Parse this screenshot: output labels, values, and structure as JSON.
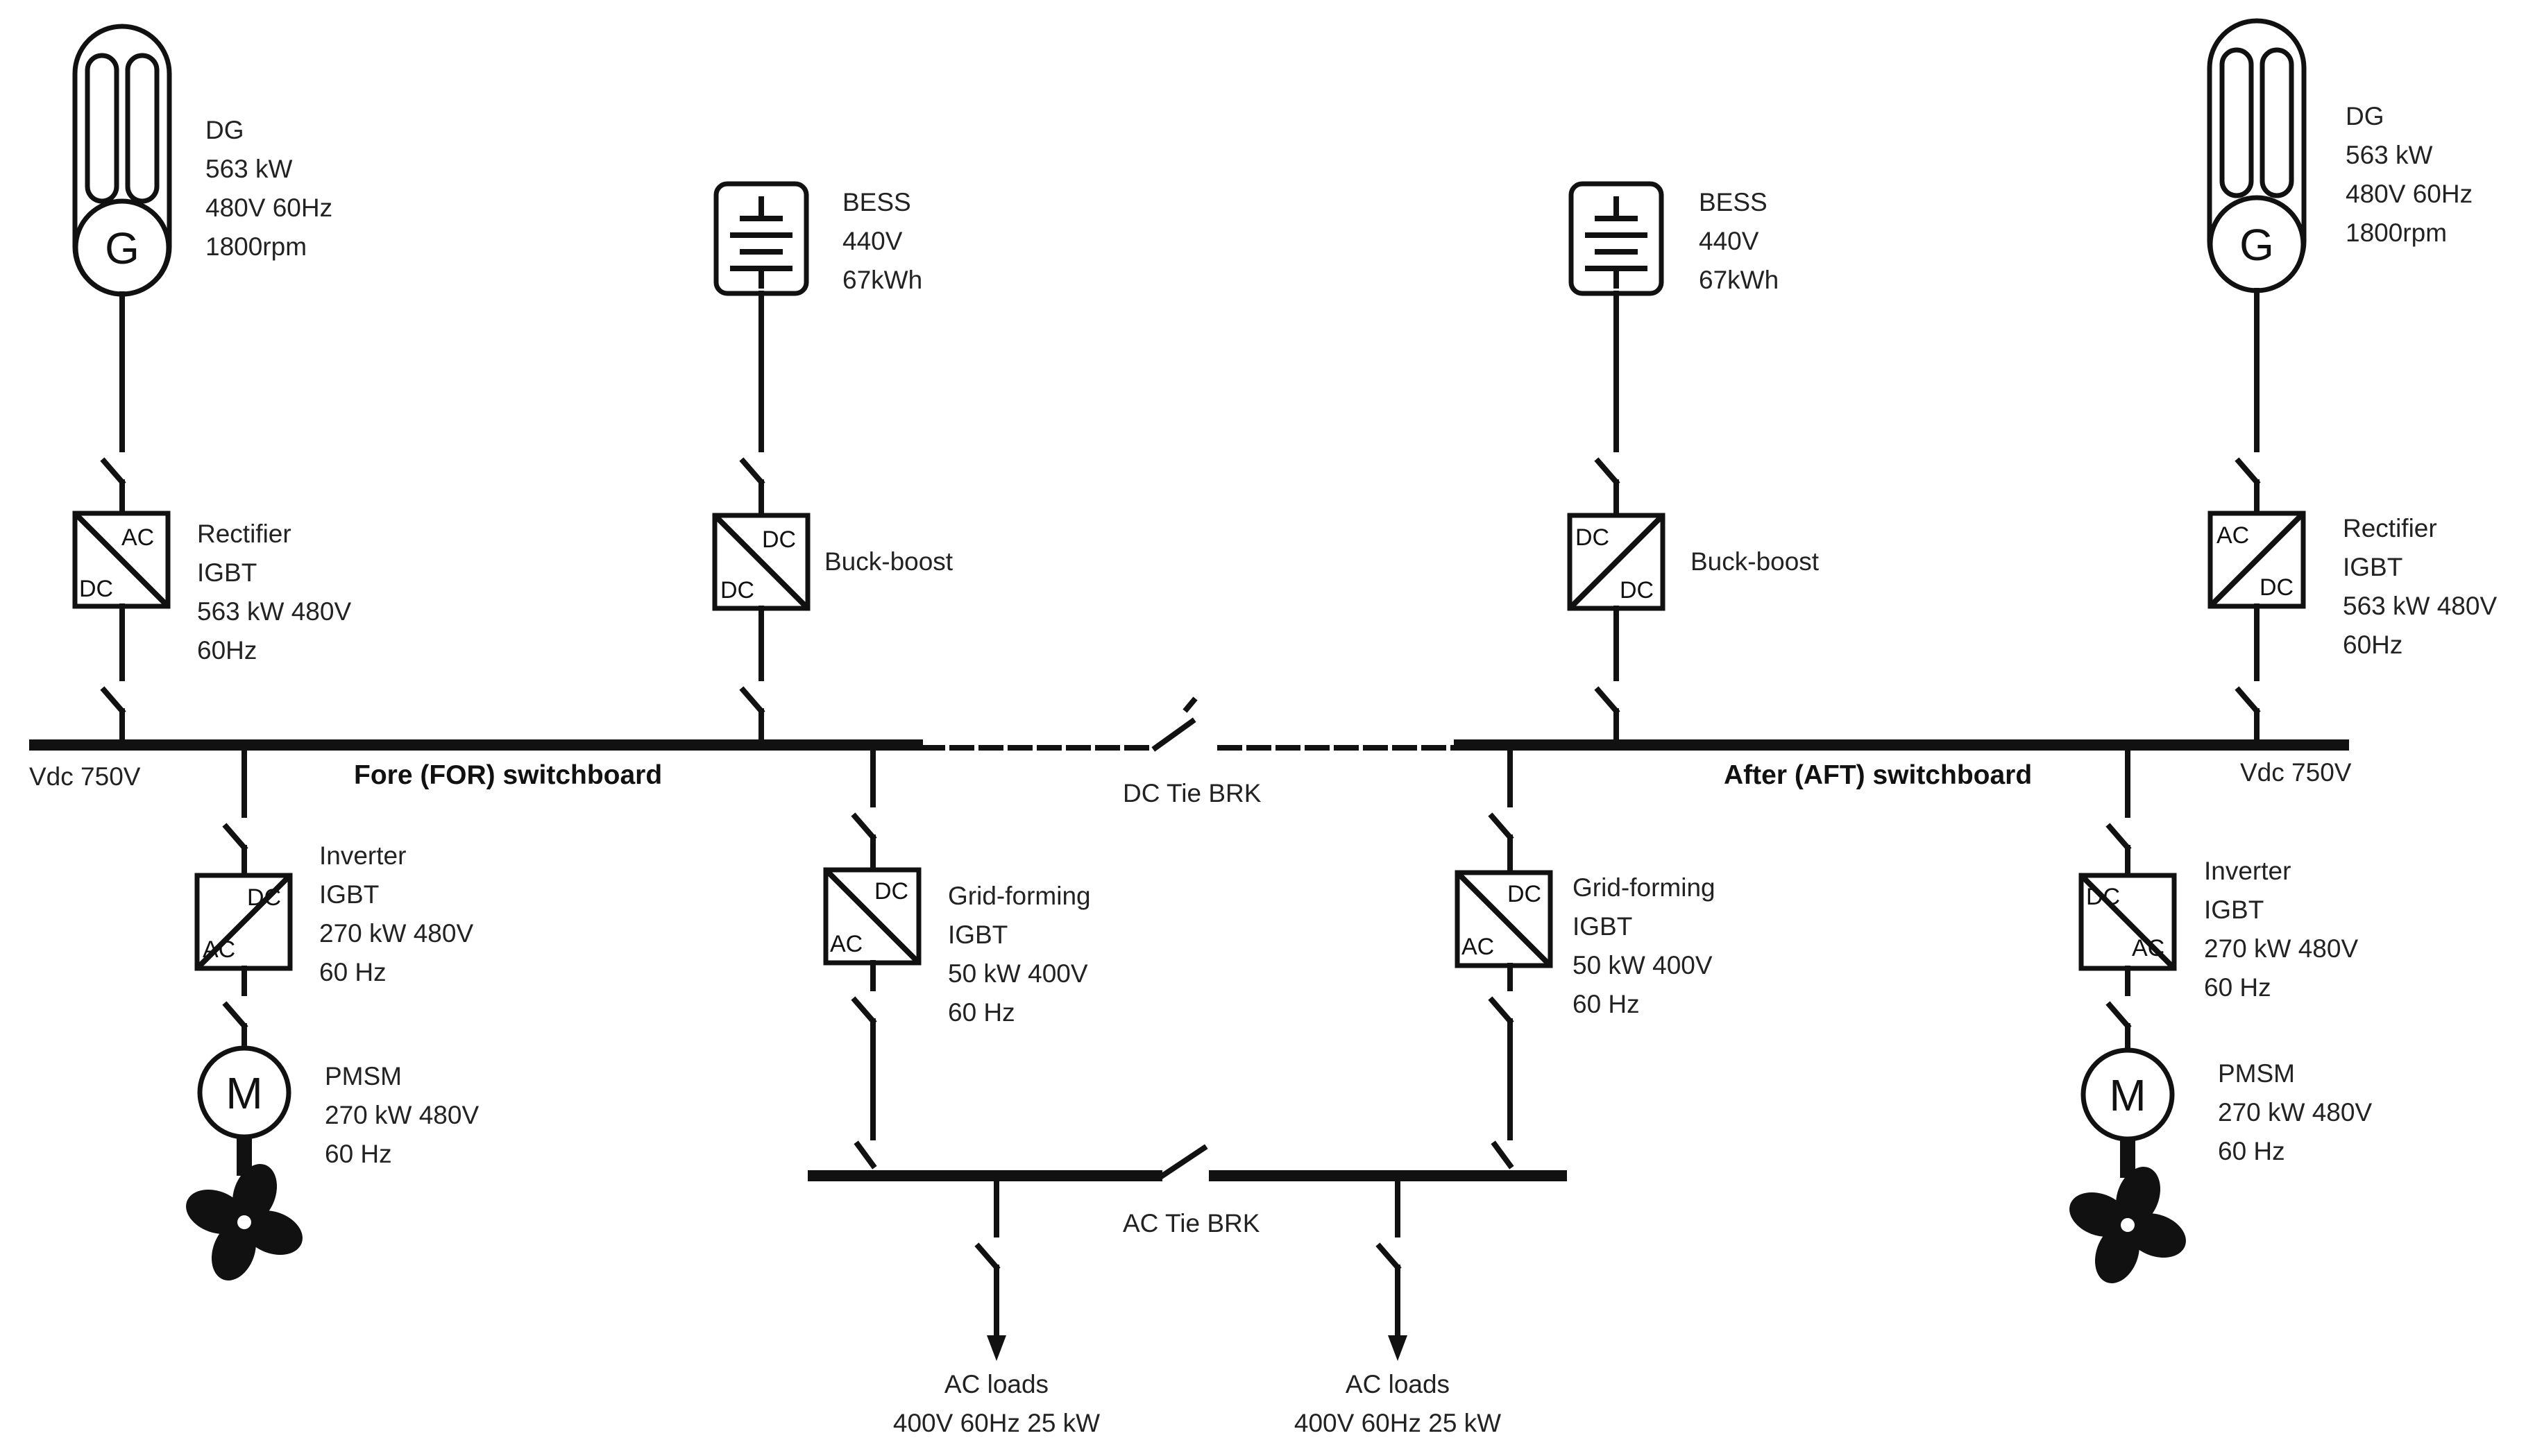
{
  "left": {
    "dg": {
      "name": "DG",
      "power": "563 kW",
      "rating": "480V 60Hz",
      "speed": "1800rpm",
      "symbol": "G"
    },
    "rectifier": {
      "name": "Rectifier",
      "tech": "IGBT",
      "rating": "563 kW 480V",
      "freq": "60Hz",
      "in": "AC",
      "out": "DC"
    },
    "bess": {
      "name": "BESS",
      "voltage": "440V",
      "energy": "67kWh"
    },
    "buckboost": {
      "name": "Buck-boost",
      "in": "DC",
      "out": "DC"
    },
    "vdc": "Vdc 750V",
    "switchboard": "Fore  (FOR) switchboard",
    "inverter": {
      "name": "Inverter",
      "tech": "IGBT",
      "rating": "270 kW 480V",
      "freq": "60 Hz",
      "in": "DC",
      "out": "AC"
    },
    "pmsm": {
      "name": "PMSM",
      "rating": "270 kW 480V",
      "freq": "60 Hz",
      "symbol": "M"
    },
    "gridforming": {
      "name": "Grid-forming",
      "tech": "IGBT",
      "rating": "50 kW 400V",
      "freq": "60 Hz",
      "in": "DC",
      "out": "AC"
    },
    "acload": {
      "name": "AC loads",
      "rating": "400V 60Hz 25 kW"
    }
  },
  "right": {
    "dg": {
      "name": "DG",
      "power": "563 kW",
      "rating": "480V 60Hz",
      "speed": "1800rpm",
      "symbol": "G"
    },
    "rectifier": {
      "name": "Rectifier",
      "tech": "IGBT",
      "rating": "563 kW 480V",
      "freq": "60Hz",
      "in": "AC",
      "out": "DC"
    },
    "bess": {
      "name": "BESS",
      "voltage": "440V",
      "energy": "67kWh"
    },
    "buckboost": {
      "name": "Buck-boost",
      "in": "DC",
      "out": "DC"
    },
    "vdc": "Vdc 750V",
    "switchboard": "After (AFT) switchboard",
    "inverter": {
      "name": "Inverter",
      "tech": "IGBT",
      "rating": "270 kW 480V",
      "freq": "60 Hz",
      "in": "DC",
      "out": "AC"
    },
    "pmsm": {
      "name": "PMSM",
      "rating": "270 kW 480V",
      "freq": "60 Hz",
      "symbol": "M"
    },
    "gridforming": {
      "name": "Grid-forming",
      "tech": "IGBT",
      "rating": "50 kW 400V",
      "freq": "60 Hz",
      "in": "DC",
      "out": "AC"
    },
    "acload": {
      "name": "AC loads",
      "rating": "400V 60Hz 25 kW"
    }
  },
  "dc_tie": "DC Tie BRK",
  "ac_tie": "AC Tie BRK"
}
